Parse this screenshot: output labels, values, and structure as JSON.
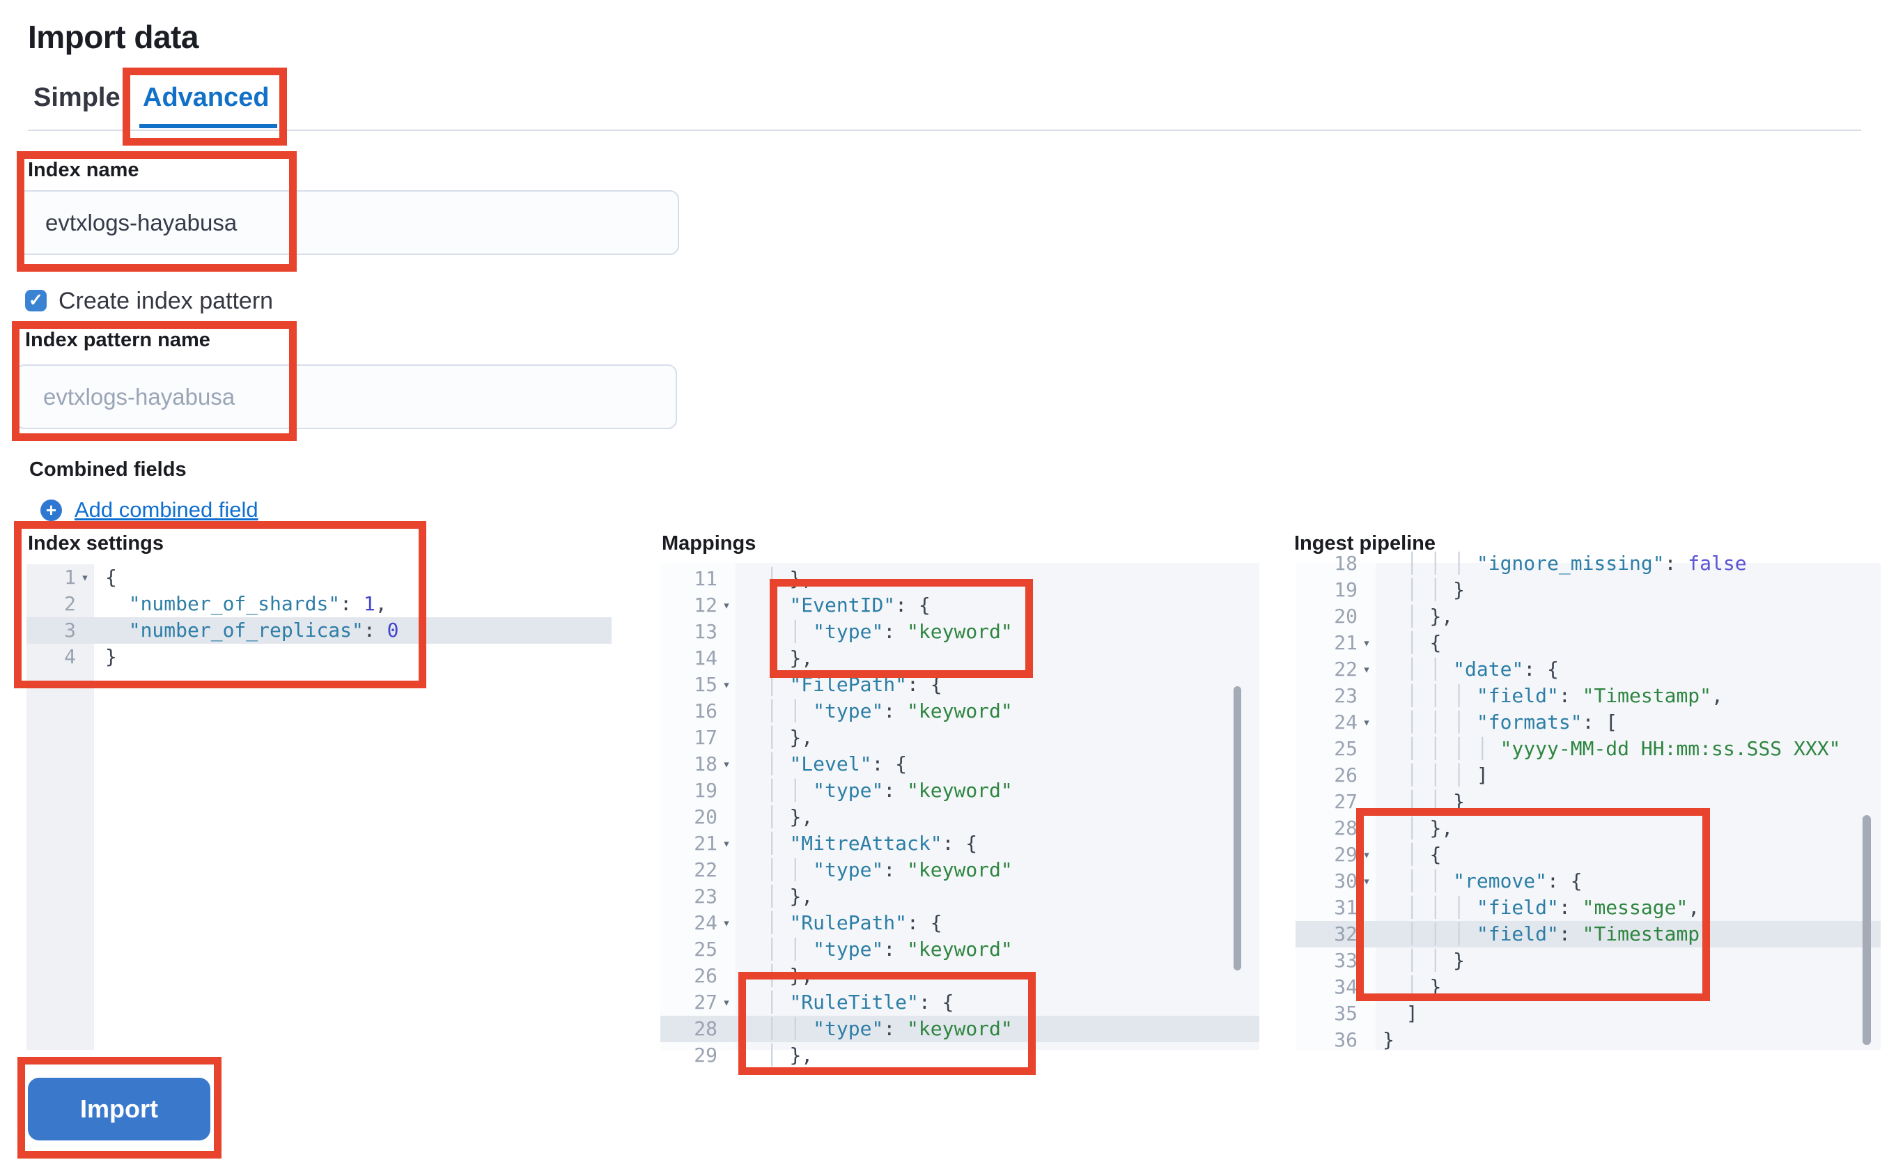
{
  "header": {
    "title": "Import data",
    "tabs": [
      {
        "label": "Simple",
        "active": false
      },
      {
        "label": "Advanced",
        "active": true
      }
    ]
  },
  "form": {
    "index_name": {
      "label": "Index name",
      "value": "evtxlogs-hayabusa"
    },
    "create_index_pattern": {
      "label": "Create index pattern",
      "checked": true
    },
    "index_pattern": {
      "label": "Index pattern name",
      "placeholder": "evtxlogs-hayabusa"
    },
    "combined_fields": {
      "label": "Combined fields",
      "add_link": "Add combined field"
    }
  },
  "actions": {
    "import_label": "Import"
  },
  "colors": {
    "annotation_red": "#e8432c",
    "accent_blue": "#1171c8",
    "button_blue": "#3a78cc",
    "checkbox_blue": "#3a82d2",
    "code_key": "#2d7ea6",
    "code_string": "#2e8540",
    "code_number": "#4444cc",
    "code_boolean": "#5b55d6",
    "active_line": "#e2e6ed"
  },
  "editors": {
    "settings": {
      "title": "Index settings",
      "lines": [
        {
          "n": 1,
          "f": true,
          "seg": [
            [
              "t",
              "{"
            ]
          ]
        },
        {
          "n": 2,
          "seg": [
            [
              "t",
              "  "
            ],
            [
              "k",
              "\"number_of_shards\""
            ],
            [
              "t",
              ": "
            ],
            [
              "n",
              "1"
            ],
            [
              "t",
              ","
            ]
          ]
        },
        {
          "n": 3,
          "h": true,
          "seg": [
            [
              "t",
              "  "
            ],
            [
              "k",
              "\"number_of_replicas\""
            ],
            [
              "t",
              ": "
            ],
            [
              "n",
              "0"
            ]
          ]
        },
        {
          "n": 4,
          "seg": [
            [
              "t",
              "}"
            ]
          ]
        }
      ]
    },
    "mappings": {
      "title": "Mappings",
      "lines": [
        {
          "n": 11,
          "seg": [
            [
              "g",
              "  │ "
            ],
            [
              "t",
              "},"
            ]
          ]
        },
        {
          "n": 12,
          "f": true,
          "seg": [
            [
              "g",
              "  │ "
            ],
            [
              "k",
              "\"EventID\""
            ],
            [
              "t",
              ": {"
            ]
          ]
        },
        {
          "n": 13,
          "seg": [
            [
              "g",
              "  │ │ "
            ],
            [
              "k",
              "\"type\""
            ],
            [
              "t",
              ": "
            ],
            [
              "s",
              "\"keyword\""
            ]
          ]
        },
        {
          "n": 14,
          "seg": [
            [
              "g",
              "  │ "
            ],
            [
              "t",
              "},"
            ]
          ]
        },
        {
          "n": 15,
          "f": true,
          "seg": [
            [
              "g",
              "  │ "
            ],
            [
              "k",
              "\"FilePath\""
            ],
            [
              "t",
              ": {"
            ]
          ]
        },
        {
          "n": 16,
          "seg": [
            [
              "g",
              "  │ │ "
            ],
            [
              "k",
              "\"type\""
            ],
            [
              "t",
              ": "
            ],
            [
              "s",
              "\"keyword\""
            ]
          ]
        },
        {
          "n": 17,
          "seg": [
            [
              "g",
              "  │ "
            ],
            [
              "t",
              "},"
            ]
          ]
        },
        {
          "n": 18,
          "f": true,
          "seg": [
            [
              "g",
              "  │ "
            ],
            [
              "k",
              "\"Level\""
            ],
            [
              "t",
              ": {"
            ]
          ]
        },
        {
          "n": 19,
          "seg": [
            [
              "g",
              "  │ │ "
            ],
            [
              "k",
              "\"type\""
            ],
            [
              "t",
              ": "
            ],
            [
              "s",
              "\"keyword\""
            ]
          ]
        },
        {
          "n": 20,
          "seg": [
            [
              "g",
              "  │ "
            ],
            [
              "t",
              "},"
            ]
          ]
        },
        {
          "n": 21,
          "f": true,
          "seg": [
            [
              "g",
              "  │ "
            ],
            [
              "k",
              "\"MitreAttack\""
            ],
            [
              "t",
              ": {"
            ]
          ]
        },
        {
          "n": 22,
          "seg": [
            [
              "g",
              "  │ │ "
            ],
            [
              "k",
              "\"type\""
            ],
            [
              "t",
              ": "
            ],
            [
              "s",
              "\"keyword\""
            ]
          ]
        },
        {
          "n": 23,
          "seg": [
            [
              "g",
              "  │ "
            ],
            [
              "t",
              "},"
            ]
          ]
        },
        {
          "n": 24,
          "f": true,
          "seg": [
            [
              "g",
              "  │ "
            ],
            [
              "k",
              "\"RulePath\""
            ],
            [
              "t",
              ": {"
            ]
          ]
        },
        {
          "n": 25,
          "seg": [
            [
              "g",
              "  │ │ "
            ],
            [
              "k",
              "\"type\""
            ],
            [
              "t",
              ": "
            ],
            [
              "s",
              "\"keyword\""
            ]
          ]
        },
        {
          "n": 26,
          "seg": [
            [
              "g",
              "  │ "
            ],
            [
              "t",
              "},"
            ]
          ]
        },
        {
          "n": 27,
          "f": true,
          "seg": [
            [
              "g",
              "  │ "
            ],
            [
              "k",
              "\"RuleTitle\""
            ],
            [
              "t",
              ": {"
            ]
          ]
        },
        {
          "n": 28,
          "h": true,
          "seg": [
            [
              "g",
              "  │ │ "
            ],
            [
              "k",
              "\"type\""
            ],
            [
              "t",
              ": "
            ],
            [
              "s",
              "\"keyword\""
            ]
          ]
        },
        {
          "n": 29,
          "seg": [
            [
              "g",
              "  │ "
            ],
            [
              "t",
              "},"
            ]
          ]
        }
      ]
    },
    "ingest": {
      "title": "Ingest pipeline",
      "lines": [
        {
          "n": 18,
          "seg": [
            [
              "g",
              "  │ │ │ "
            ],
            [
              "k",
              "\"ignore_missing\""
            ],
            [
              "t",
              ": "
            ],
            [
              "b",
              "false"
            ]
          ]
        },
        {
          "n": 19,
          "seg": [
            [
              "g",
              "  │ │ "
            ],
            [
              "t",
              "}"
            ]
          ]
        },
        {
          "n": 20,
          "seg": [
            [
              "g",
              "  │ "
            ],
            [
              "t",
              "},"
            ]
          ]
        },
        {
          "n": 21,
          "f": true,
          "seg": [
            [
              "g",
              "  │ "
            ],
            [
              "t",
              "{"
            ]
          ]
        },
        {
          "n": 22,
          "f": true,
          "seg": [
            [
              "g",
              "  │ │ "
            ],
            [
              "k",
              "\"date\""
            ],
            [
              "t",
              ": {"
            ]
          ]
        },
        {
          "n": 23,
          "seg": [
            [
              "g",
              "  │ │ │ "
            ],
            [
              "k",
              "\"field\""
            ],
            [
              "t",
              ": "
            ],
            [
              "s",
              "\"Timestamp\""
            ],
            [
              "t",
              ","
            ]
          ]
        },
        {
          "n": 24,
          "f": true,
          "seg": [
            [
              "g",
              "  │ │ │ "
            ],
            [
              "k",
              "\"formats\""
            ],
            [
              "t",
              ": ["
            ]
          ]
        },
        {
          "n": 25,
          "seg": [
            [
              "g",
              "  │ │ │ │ "
            ],
            [
              "s",
              "\"yyyy-MM-dd HH:mm:ss.SSS XXX\""
            ]
          ]
        },
        {
          "n": 26,
          "seg": [
            [
              "g",
              "  │ │ │ "
            ],
            [
              "t",
              "]"
            ]
          ]
        },
        {
          "n": 27,
          "seg": [
            [
              "g",
              "  │ │ "
            ],
            [
              "t",
              "}"
            ]
          ]
        },
        {
          "n": 28,
          "seg": [
            [
              "g",
              "  │ "
            ],
            [
              "t",
              "},"
            ]
          ]
        },
        {
          "n": 29,
          "f": true,
          "seg": [
            [
              "g",
              "  │ "
            ],
            [
              "t",
              "{"
            ]
          ]
        },
        {
          "n": 30,
          "f": true,
          "seg": [
            [
              "g",
              "  │ │ "
            ],
            [
              "k",
              "\"remove\""
            ],
            [
              "t",
              ": {"
            ]
          ]
        },
        {
          "n": 31,
          "seg": [
            [
              "g",
              "  │ │ │ "
            ],
            [
              "k",
              "\"field\""
            ],
            [
              "t",
              ": "
            ],
            [
              "s",
              "\"message\""
            ],
            [
              "t",
              ","
            ]
          ]
        },
        {
          "n": 32,
          "h": true,
          "seg": [
            [
              "g",
              "  │ │ │ "
            ],
            [
              "k",
              "\"field\""
            ],
            [
              "t",
              ": "
            ],
            [
              "s",
              "\"Timestamp\""
            ]
          ]
        },
        {
          "n": 33,
          "seg": [
            [
              "g",
              "  │ │ "
            ],
            [
              "t",
              "}"
            ]
          ]
        },
        {
          "n": 34,
          "seg": [
            [
              "g",
              "  │ "
            ],
            [
              "t",
              "}"
            ]
          ]
        },
        {
          "n": 35,
          "seg": [
            [
              "g",
              "  "
            ],
            [
              "t",
              "]"
            ]
          ]
        },
        {
          "n": 36,
          "seg": [
            [
              "t",
              "}"
            ]
          ]
        }
      ]
    }
  }
}
